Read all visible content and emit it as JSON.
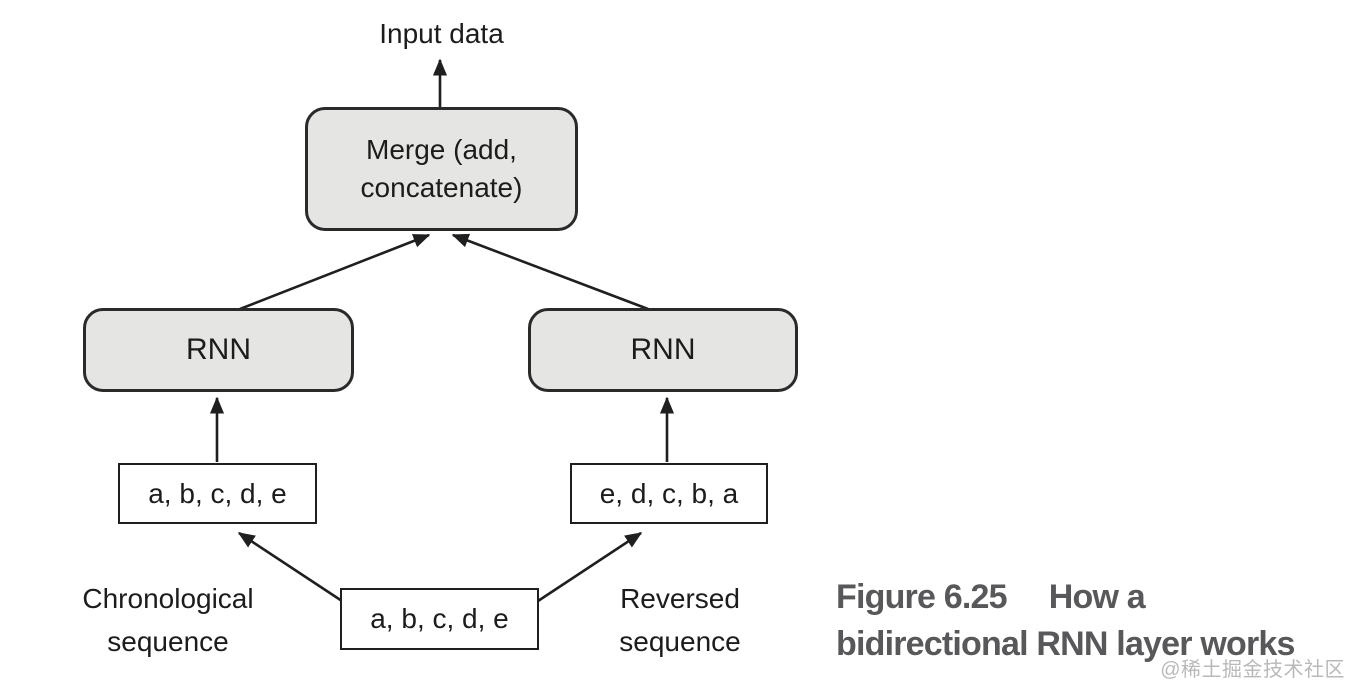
{
  "page": {
    "background_color": "#ffffff"
  },
  "diagram": {
    "input_label": "Input data",
    "nodes": {
      "merge": {
        "label": "Merge (add,\nconcatenate)"
      },
      "rnn_left": {
        "label": "RNN"
      },
      "rnn_right": {
        "label": "RNN"
      },
      "seq_left": {
        "label": "a, b, c, d, e"
      },
      "seq_right": {
        "label": "e, d, c, b, a"
      },
      "seq_bottom": {
        "label": "a, b, c, d, e"
      }
    },
    "annotations": {
      "chronological": "Chronological\nsequence",
      "reversed": "Reversed\nsequence"
    },
    "colors": {
      "node_fill": "#e5e5e3",
      "node_border": "#2a2a2a",
      "arrow": "#1f1f1f",
      "text": "#1c1c1c"
    }
  },
  "caption": {
    "figure_label": "Figure 6.25",
    "line1_rest": "How a",
    "line2": "bidirectional RNN layer works",
    "color": "#58585a"
  },
  "watermark": {
    "text": "@稀土掘金技术社区",
    "color": "#b9b9b9"
  }
}
